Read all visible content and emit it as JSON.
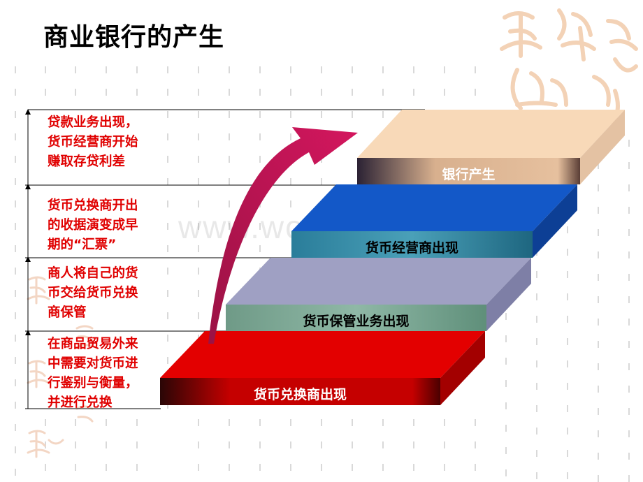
{
  "title": "商业银行的产生",
  "watermark": "www.wodocx.com",
  "stages": [
    {
      "text": "贷款业务出现，\n货币经营商开始\n赚取存贷利差"
    },
    {
      "text": "货币兑换商开出\n的收据演变成早\n期的“汇票”"
    },
    {
      "text": "商人将自己的货\n币交给货币兑换\n商保管"
    },
    {
      "text": "在商品贸易外来\n中需要对货币进\n行鉴别与衡量，\n并进行兑换"
    }
  ],
  "steps": [
    {
      "label": "货币兑换商出现",
      "color": "#e30000",
      "text_color": "#ffffff"
    },
    {
      "label": "货币保管业务出现",
      "color": "#9fa0c3",
      "text_color": "#000000"
    },
    {
      "label": "货币经营商出现",
      "color": "#1358c8",
      "text_color": "#000000"
    },
    {
      "label": "银行产生",
      "color": "#f8d9b8",
      "text_color": "#ffffff"
    }
  ],
  "arrow_color": "#c8185a"
}
